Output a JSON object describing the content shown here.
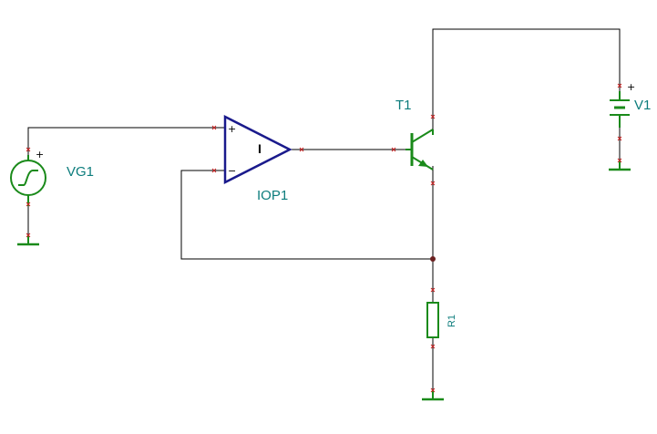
{
  "components": {
    "signal_generator": {
      "label": "VG1",
      "plus_mark": "+"
    },
    "op_amp": {
      "label": "IOP1",
      "inner_symbol": "I",
      "plus_input": "+",
      "minus_input": "−"
    },
    "transistor": {
      "label": "T1"
    },
    "battery": {
      "label": "V1",
      "plus_mark": "+"
    },
    "resistor": {
      "label": "R1"
    }
  },
  "colors": {
    "wire": "#000000",
    "component": "#1a8a1a",
    "op_amp": "#1a1a8c",
    "label": "#0c7c7c",
    "terminal_mark": "#cc2222"
  }
}
